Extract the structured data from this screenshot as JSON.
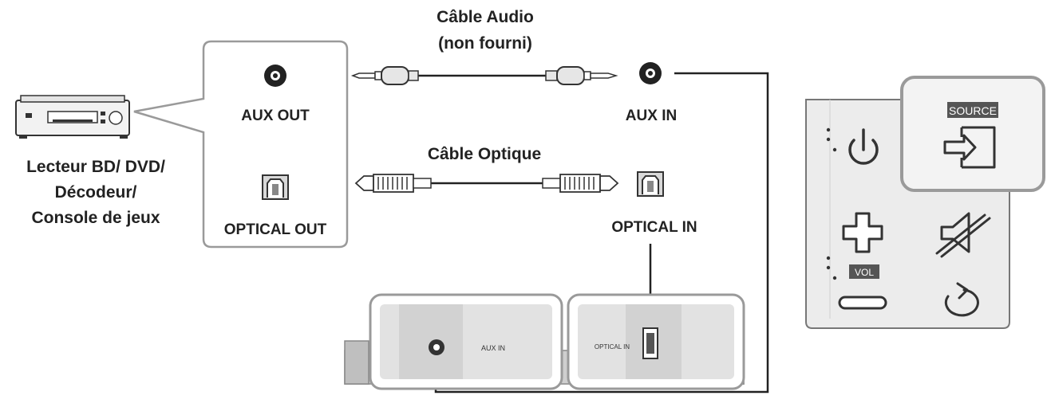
{
  "device": {
    "lines": [
      "Lecteur BD/ DVD/",
      "Décodeur/",
      "Console de jeux"
    ]
  },
  "source_box": {
    "aux_out": "AUX OUT",
    "optical_out": "OPTICAL OUT"
  },
  "cables": {
    "audio_line1": "Câble Audio",
    "audio_line2": "(non fourni)",
    "optical": "Câble Optique"
  },
  "inputs": {
    "aux_in": "AUX IN",
    "optical_in": "OPTICAL IN"
  },
  "soundbar": {
    "aux_in_label": "AUX IN",
    "optical_in_label": "OPTICAL IN"
  },
  "remote": {
    "source_label": "SOURCE",
    "vol_label": "VOL",
    "icons": [
      "power-icon",
      "source-icon",
      "volume-up-icon",
      "mute-icon",
      "volume-down-icon",
      "repeat-icon"
    ]
  },
  "colors": {
    "stroke": "#222222",
    "panel_fill": "#e8e8e8",
    "box_stroke": "#9a9a9a",
    "dark_fill": "#555555"
  }
}
